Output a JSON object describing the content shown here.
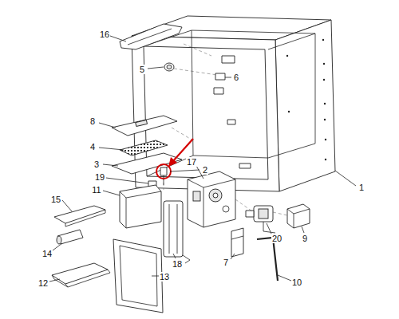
{
  "diagram": {
    "labels": [
      "16",
      "5",
      "6",
      "1",
      "8",
      "4",
      "3",
      "2",
      "19",
      "17",
      "11",
      "15",
      "9",
      "20",
      "14",
      "7",
      "10",
      "18",
      "12",
      "13"
    ]
  }
}
